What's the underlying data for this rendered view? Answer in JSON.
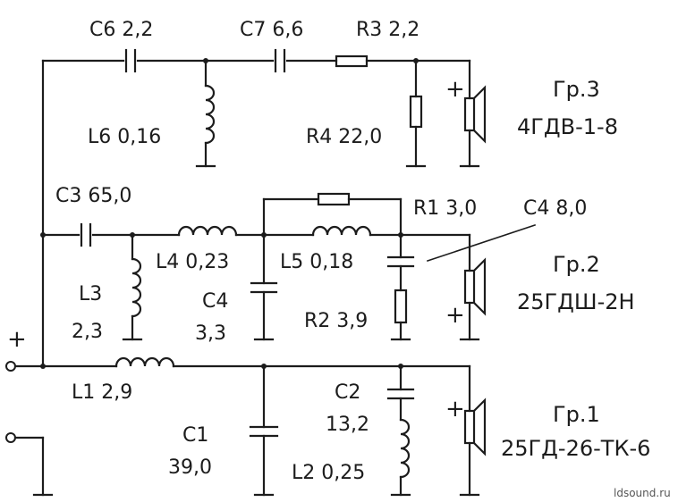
{
  "labels": {
    "c6": "C6  2,2",
    "c7": "C7  6,6",
    "r3": "R3  2,2",
    "l6": "L6  0,16",
    "r4": "R4  22,0",
    "c3": "C3  65,0",
    "r1": "R1  3,0",
    "c4_top": "C4  8,0",
    "l4": "L4  0,23",
    "l5": "L5  0,18",
    "l3_name": "L3",
    "l3_val": "2,3",
    "c4_name": "C4",
    "c4_val": "3,3",
    "r2": "R2  3,9",
    "l1": "L1   2,9",
    "c2_name": "C2",
    "c2_val": "13,2",
    "c1_name": "C1",
    "c1_val": "39,0",
    "l2": "L2  0,25",
    "plus": "+"
  },
  "groups": [
    {
      "name": "Гр.3",
      "model": "4ГДВ-1-8"
    },
    {
      "name": "Гр.2",
      "model": "25ГДШ-2Н"
    },
    {
      "name": "Гр.1",
      "model": "25ГД-26-ТК-6"
    }
  ],
  "watermark": "ldsound.ru"
}
